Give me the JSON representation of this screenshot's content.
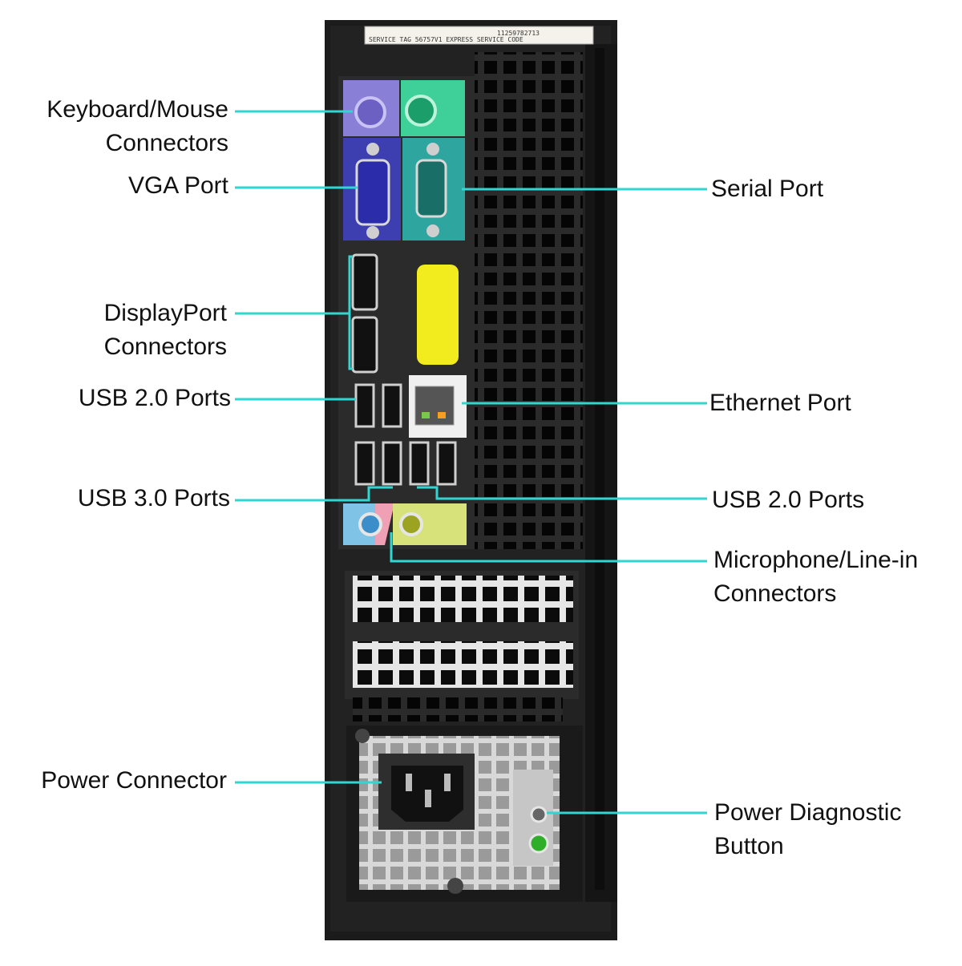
{
  "diagram": {
    "service_tag": {
      "line1": "11259782713",
      "line2": "SERVICE TAG 56757V1 EXPRESS SERVICE CODE"
    },
    "callouts": {
      "keyboard_mouse": {
        "line1": "Keyboard/Mouse",
        "line2": "Connectors"
      },
      "vga": {
        "line1": "VGA Port"
      },
      "displayport": {
        "line1": "DisplayPort",
        "line2": "Connectors"
      },
      "usb2_left": {
        "line1": "USB 2.0 Ports"
      },
      "usb3": {
        "line1": "USB 3.0 Ports"
      },
      "power_connector": {
        "line1": "Power Connector"
      },
      "serial": {
        "line1": "Serial Port"
      },
      "ethernet": {
        "line1": "Ethernet Port"
      },
      "usb2_right": {
        "line1": "USB 2.0 Ports"
      },
      "microphone": {
        "line1": "Microphone/Line-in",
        "line2": "Connectors"
      },
      "power_diag": {
        "line1": "Power Diagnostic",
        "line2": "Button"
      }
    },
    "colors": {
      "leader_line": "#2fd6d2",
      "chassis": "#1b1b1b",
      "ps2_keyboard": "#8a7fd6",
      "ps2_mouse": "#3fd09a",
      "vga_panel": "#3d3fb0",
      "serial_panel": "#2fa59f",
      "audio_blue": "#7fc4e6",
      "audio_green": "#d8e27a",
      "audio_pink": "#f0a0b4",
      "yellow_cover": "#f2ec1e",
      "psu_metal": "#cfcfcf"
    }
  }
}
